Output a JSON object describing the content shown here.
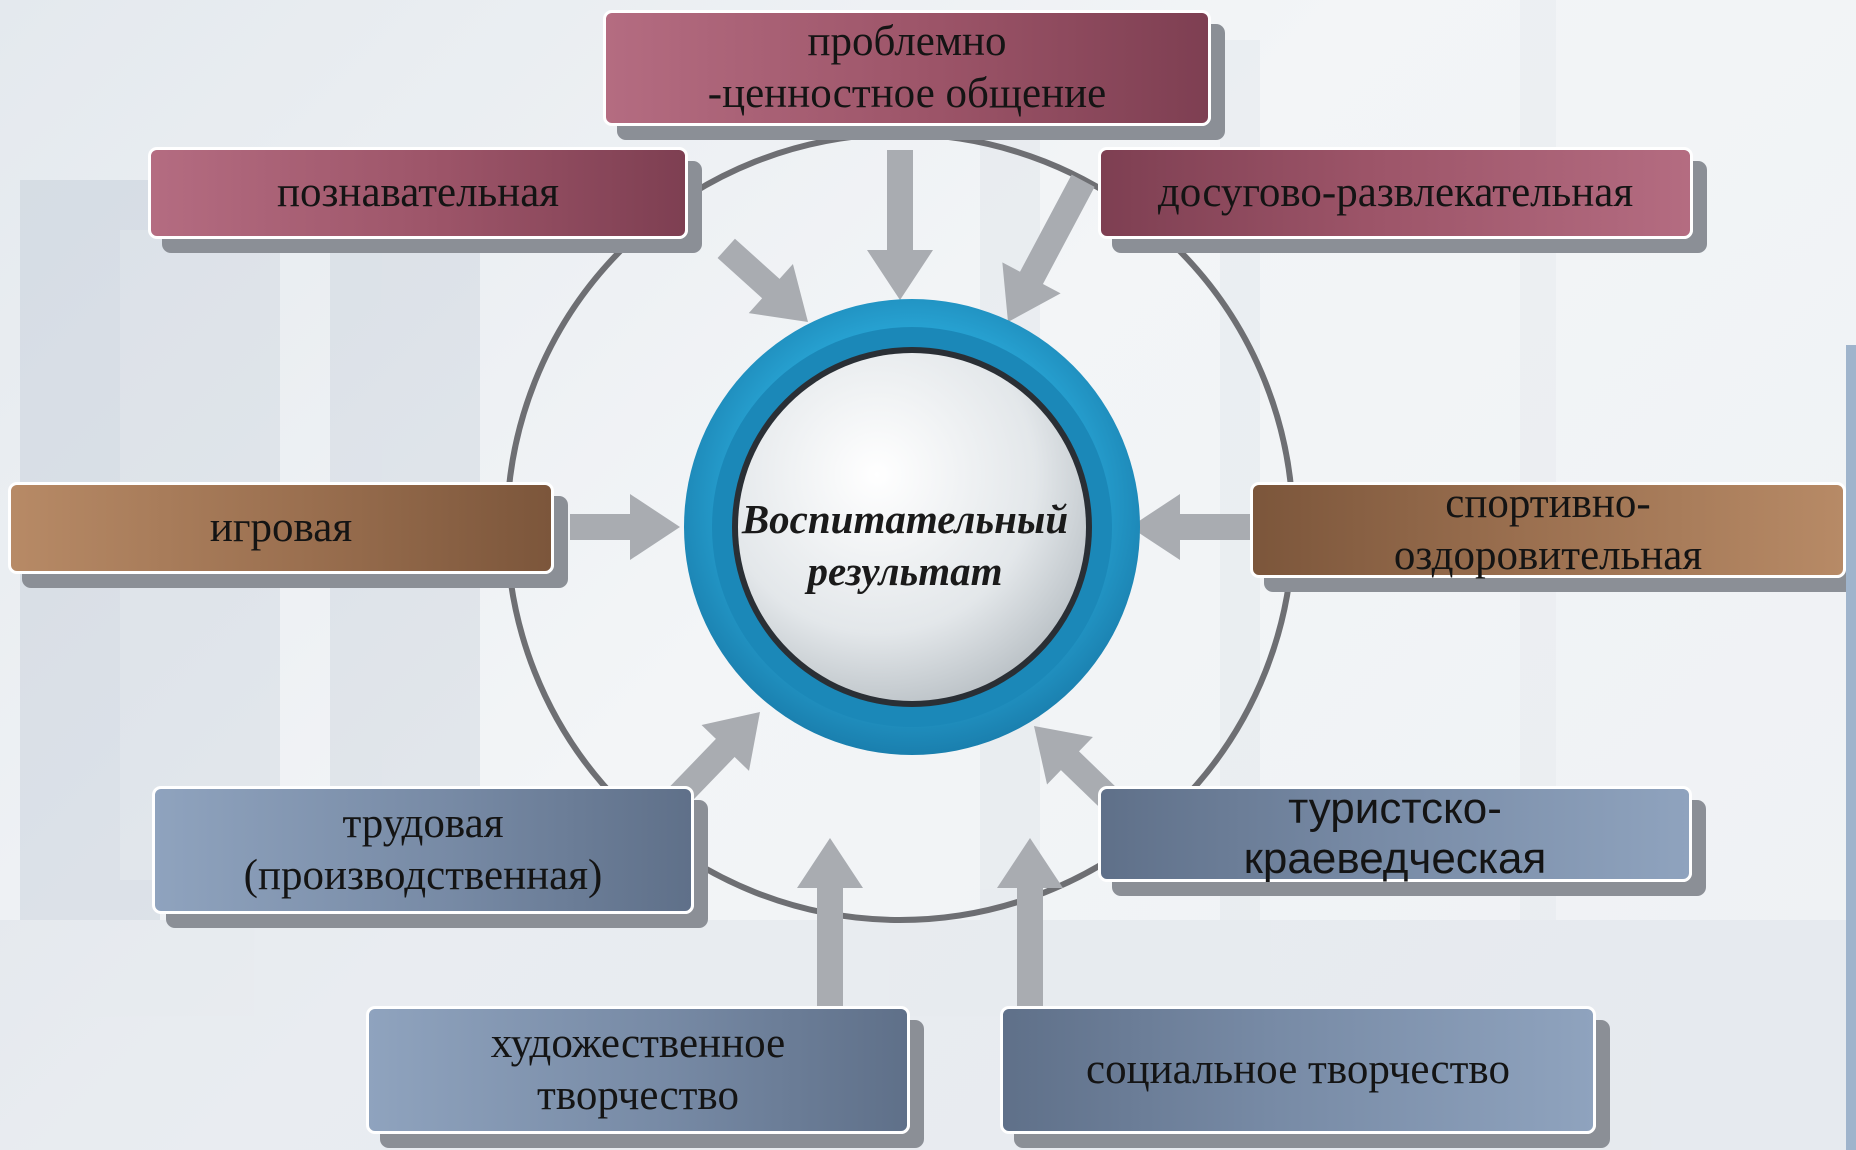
{
  "center": {
    "line1": "Воспитательный",
    "line2": "результат"
  },
  "activities": {
    "problem_value": {
      "line1": "проблемно",
      "line2": "-ценностное общение"
    },
    "cognitive": "познавательная",
    "leisure": "досугово-развлекательная",
    "game": "игровая",
    "sport": {
      "line1": "спортивно-",
      "line2": "оздоровительная"
    },
    "labor": {
      "line1": "трудовая",
      "line2": "(производственная)"
    },
    "tourist": {
      "line1": "туристско-",
      "line2": "краеведческая"
    },
    "art": {
      "line1": "художественное",
      "line2": "творчество"
    },
    "social": "социальное творчество"
  },
  "colors": {
    "rose": "#9c5468",
    "brown": "#9a6f4f",
    "steel": "#778aa5",
    "ring_blue": "#2aa4d4",
    "arrow_gray": "#a9acb1"
  }
}
